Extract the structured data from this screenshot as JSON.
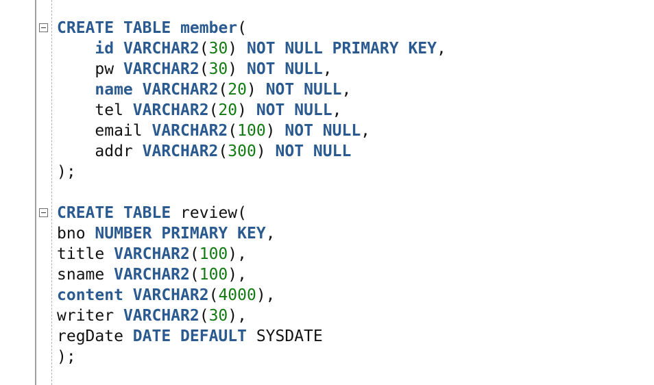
{
  "editor": {
    "colors": {
      "keyword": "#2a5a8f",
      "number": "#117a11",
      "text": "#111111"
    },
    "lines": [
      [
        [
          "kw",
          "CREATE"
        ],
        [
          "t",
          " "
        ],
        [
          "kw",
          "TABLE"
        ],
        [
          "t",
          " "
        ],
        [
          "kw",
          "member"
        ],
        [
          "t",
          "("
        ]
      ],
      [
        [
          "t",
          "    "
        ],
        [
          "kw",
          "id"
        ],
        [
          "t",
          " "
        ],
        [
          "kw",
          "VARCHAR2"
        ],
        [
          "t",
          "("
        ],
        [
          "num",
          "30"
        ],
        [
          "t",
          ") "
        ],
        [
          "kw",
          "NOT"
        ],
        [
          "t",
          " "
        ],
        [
          "kw",
          "NULL"
        ],
        [
          "t",
          " "
        ],
        [
          "kw",
          "PRIMARY"
        ],
        [
          "t",
          " "
        ],
        [
          "kw",
          "KEY"
        ],
        [
          "t",
          ","
        ]
      ],
      [
        [
          "t",
          "    pw "
        ],
        [
          "kw",
          "VARCHAR2"
        ],
        [
          "t",
          "("
        ],
        [
          "num",
          "30"
        ],
        [
          "t",
          ") "
        ],
        [
          "kw",
          "NOT"
        ],
        [
          "t",
          " "
        ],
        [
          "kw",
          "NULL"
        ],
        [
          "t",
          ","
        ]
      ],
      [
        [
          "t",
          "    "
        ],
        [
          "kw",
          "name"
        ],
        [
          "t",
          " "
        ],
        [
          "kw",
          "VARCHAR2"
        ],
        [
          "t",
          "("
        ],
        [
          "num",
          "20"
        ],
        [
          "t",
          ") "
        ],
        [
          "kw",
          "NOT"
        ],
        [
          "t",
          " "
        ],
        [
          "kw",
          "NULL"
        ],
        [
          "t",
          ","
        ]
      ],
      [
        [
          "t",
          "    tel "
        ],
        [
          "kw",
          "VARCHAR2"
        ],
        [
          "t",
          "("
        ],
        [
          "num",
          "20"
        ],
        [
          "t",
          ") "
        ],
        [
          "kw",
          "NOT"
        ],
        [
          "t",
          " "
        ],
        [
          "kw",
          "NULL"
        ],
        [
          "t",
          ","
        ]
      ],
      [
        [
          "t",
          "    email "
        ],
        [
          "kw",
          "VARCHAR2"
        ],
        [
          "t",
          "("
        ],
        [
          "num",
          "100"
        ],
        [
          "t",
          ") "
        ],
        [
          "kw",
          "NOT"
        ],
        [
          "t",
          " "
        ],
        [
          "kw",
          "NULL"
        ],
        [
          "t",
          ","
        ]
      ],
      [
        [
          "t",
          "    addr "
        ],
        [
          "kw",
          "VARCHAR2"
        ],
        [
          "t",
          "("
        ],
        [
          "num",
          "300"
        ],
        [
          "t",
          ") "
        ],
        [
          "kw",
          "NOT"
        ],
        [
          "t",
          " "
        ],
        [
          "kw",
          "NULL"
        ]
      ],
      [
        [
          "t",
          ");"
        ]
      ],
      [
        [
          "t",
          ""
        ]
      ],
      [
        [
          "kw",
          "CREATE"
        ],
        [
          "t",
          " "
        ],
        [
          "kw",
          "TABLE"
        ],
        [
          "t",
          " review("
        ]
      ],
      [
        [
          "t",
          "bno "
        ],
        [
          "kw",
          "NUMBER"
        ],
        [
          "t",
          " "
        ],
        [
          "kw",
          "PRIMARY"
        ],
        [
          "t",
          " "
        ],
        [
          "kw",
          "KEY"
        ],
        [
          "t",
          ","
        ]
      ],
      [
        [
          "t",
          "title "
        ],
        [
          "kw",
          "VARCHAR2"
        ],
        [
          "t",
          "("
        ],
        [
          "num",
          "100"
        ],
        [
          "t",
          "),"
        ]
      ],
      [
        [
          "t",
          "sname "
        ],
        [
          "kw",
          "VARCHAR2"
        ],
        [
          "t",
          "("
        ],
        [
          "num",
          "100"
        ],
        [
          "t",
          "),"
        ]
      ],
      [
        [
          "kw",
          "content"
        ],
        [
          "t",
          " "
        ],
        [
          "kw",
          "VARCHAR2"
        ],
        [
          "t",
          "("
        ],
        [
          "num",
          "4000"
        ],
        [
          "t",
          "),"
        ]
      ],
      [
        [
          "t",
          "writer "
        ],
        [
          "kw",
          "VARCHAR2"
        ],
        [
          "t",
          "("
        ],
        [
          "num",
          "30"
        ],
        [
          "t",
          "),"
        ]
      ],
      [
        [
          "t",
          "regDate "
        ],
        [
          "kw",
          "DATE"
        ],
        [
          "t",
          " "
        ],
        [
          "kw",
          "DEFAULT"
        ],
        [
          "t",
          " SYSDATE"
        ]
      ],
      [
        [
          "t",
          ");"
        ]
      ]
    ]
  }
}
